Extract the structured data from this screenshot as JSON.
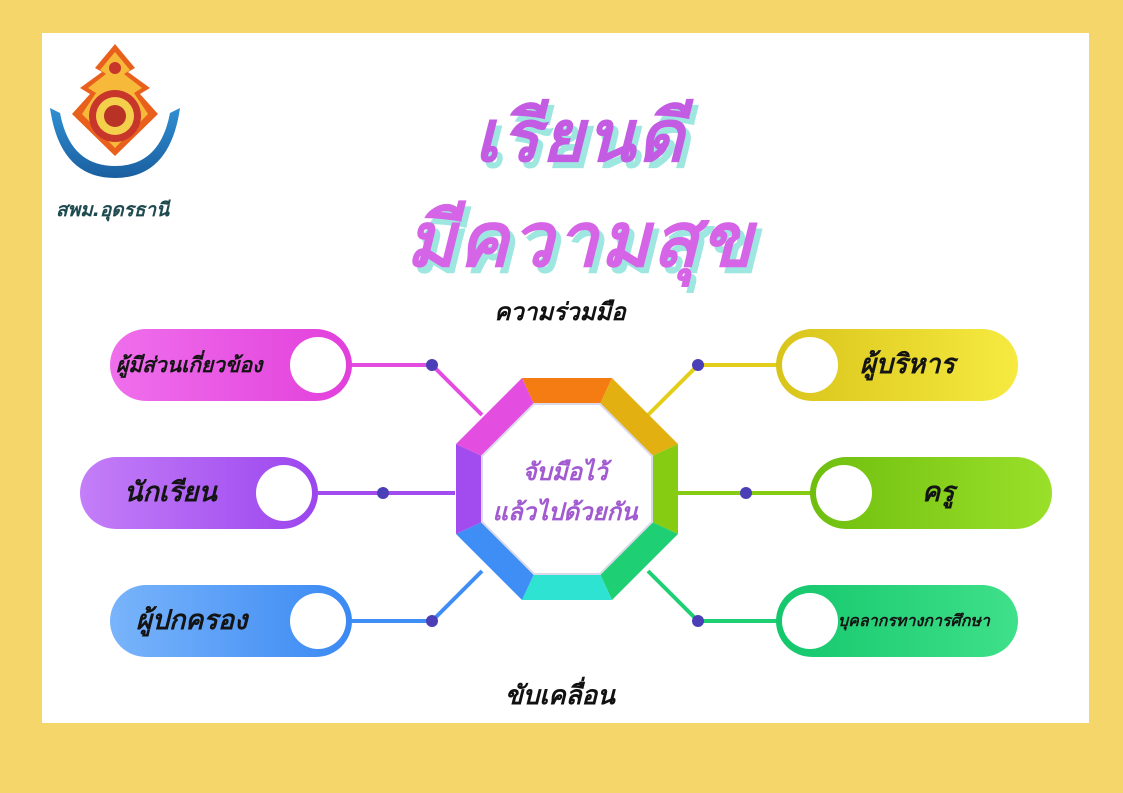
{
  "header": {
    "title_line1": "เรียนดี",
    "title_line2": "มีความสุข",
    "logo_caption": "สพม.อุดรธานี"
  },
  "diagram": {
    "top_label": "ความร่วมมือ",
    "bottom_label": "ขับเคลื่อน",
    "center_line1": "จับมือไว้",
    "center_line2": "แล้วไปด้วยกัน",
    "left_nodes": [
      {
        "label": "ผู้มีส่วนเกี่ยวข้อง"
      },
      {
        "label": "นักเรียน"
      },
      {
        "label": "ผู้ปกครอง"
      }
    ],
    "right_nodes": [
      {
        "label": "ผู้บริหาร"
      },
      {
        "label": "ครู"
      },
      {
        "label": "บุคลากรทางการศึกษา"
      }
    ]
  },
  "colors": {
    "page_border": "#f4d66b",
    "title": "#c45be3",
    "title_shadow": "#9ee7e0",
    "center_text": "#a25ad1",
    "node_pink": "#e44ee0",
    "node_purple": "#a24cf0",
    "node_blue": "#3f8ef5",
    "node_yellow": "#e3cf1b",
    "node_green": "#86cc13",
    "node_emerald": "#1fcf74",
    "connector_dot": "#4a3fb6"
  }
}
